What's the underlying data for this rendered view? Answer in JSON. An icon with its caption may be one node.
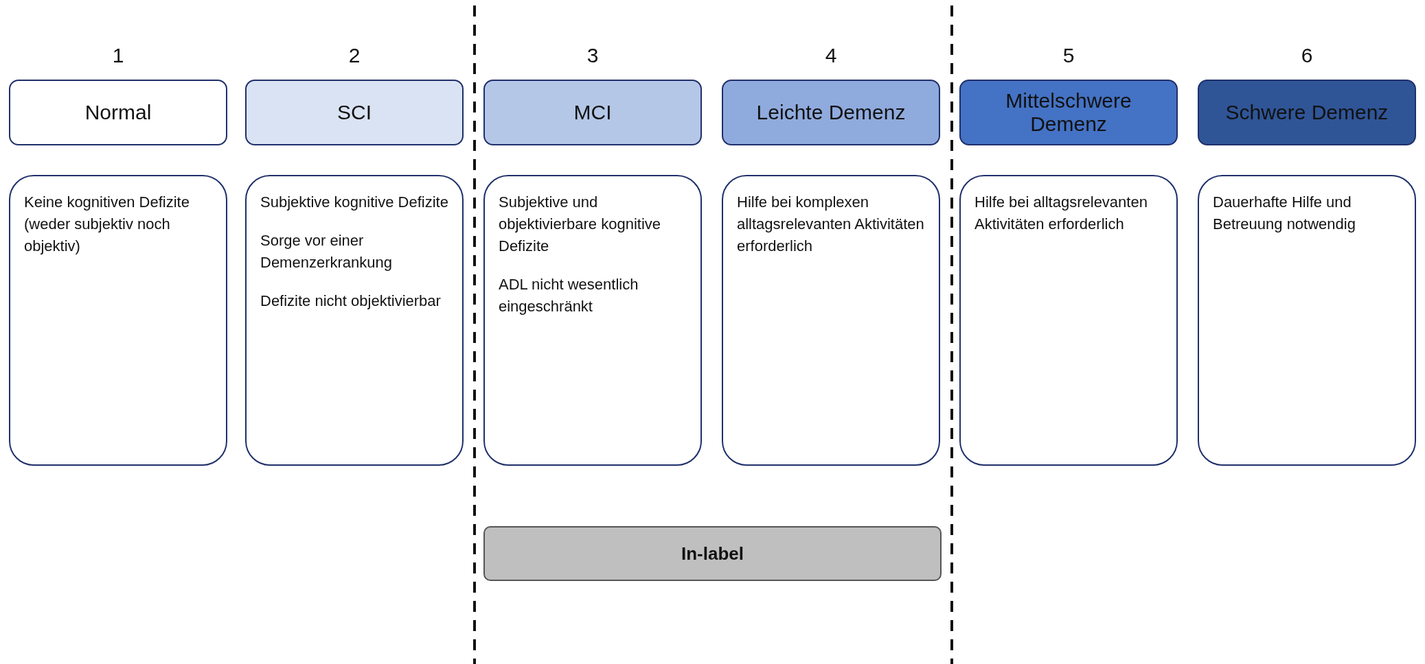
{
  "diagram": {
    "nodes": [
      {
        "text": [
          "1",
          "Normal"
        ]
      },
      {
        "text": [
          "2",
          "SCI"
        ]
      },
      {
        "text": [
          "3",
          "MCI"
        ]
      },
      {
        "text": [
          "4",
          "Leichte Demenz"
        ]
      },
      {
        "text": [
          "5",
          "Mittelschwere Demenz"
        ]
      },
      {
        "text": [
          "6",
          "Schwere Demenz"
        ]
      },
      {
        "text": [
          "Keine kognitiven Defizite (weder subjektiv noch objektiv)"
        ]
      },
      {
        "text": [
          "Subjektive kognitive Defizite",
          "Sorge vor einer Demenzerkrankung",
          "Defizite nicht objektivierbar"
        ]
      },
      {
        "text": [
          "Subjektive und objektivierbare kognitive Defizite",
          "ADL nicht wesentlich eingeschränkt"
        ]
      },
      {
        "text": [
          "Hilfe bei komplexen alltagsrelevanten Aktivitäten erforderlich"
        ]
      },
      {
        "text": [
          "Hilfe bei alltagsrelevanten Aktivitäten erforderlich"
        ]
      },
      {
        "text": [
          "Dauerhafte Hilfe und Betreuung notwendig"
        ]
      },
      {
        "text": [
          "In-label"
        ]
      }
    ]
  }
}
